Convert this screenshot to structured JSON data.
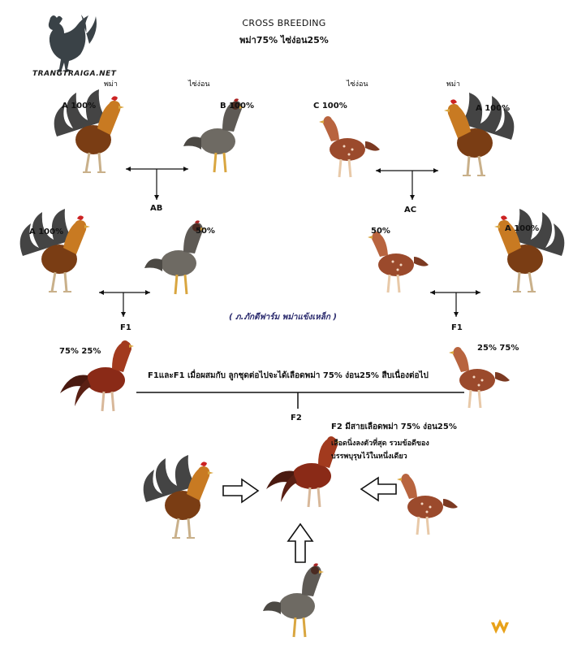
{
  "header": {
    "title": "CROSS BREEDING",
    "subtitle": "พม่า75%  ไซ่ง่อน25%",
    "logo_text": "TRANGTRAIGA.NET"
  },
  "left_branch": {
    "parent_a_label": "A 100%",
    "parent_a_type": "พม่า",
    "parent_b_label": "B 100%",
    "parent_b_type": "ไซ่ง่อน",
    "cross_label": "AB",
    "gen2_a_label": "A 100%",
    "gen2_b_label": "50%",
    "f1_label": "F1",
    "f1_ratio": "75%  25%"
  },
  "right_branch": {
    "parent_c_type": "ไซ่ง่อน",
    "parent_c_label": "C 100%",
    "parent_a_type": "พม่า",
    "parent_a_label": "A 100%",
    "cross_label": "AC",
    "gen2_c_label": "50%",
    "gen2_a_label": "A 100%",
    "f1_label": "F1",
    "f1_ratio": "25%  75%"
  },
  "center": {
    "caption": "( ภ.ภักดีฟาร์ม พม่าแข้งเหล็ก )",
    "f1_note": "F1และF1 เมื่อผสมกับ ลูกชุดต่อไปจะได้เลือดพม่า 75% ง่อน25% สืบเนื่องต่อไป",
    "f2_label": "F2",
    "f2_note_line1": "F2  มีสายเลือดพม่า 75% ง่อน25%",
    "f2_note_line2": "เลือดนิ่งลงตัวที่สุด รวมข้อดีของ",
    "f2_note_line3": "บรรพบุรุษไว้ในหนึ่งเดียว"
  },
  "colors": {
    "accent": "#e8a21a",
    "caption": "#2b2b6e",
    "line": "#111111"
  },
  "icons": [
    "rooster-logo-icon",
    "brand-w-logo-icon",
    "arrow-right-icon",
    "arrow-left-icon",
    "arrow-up-icon"
  ]
}
